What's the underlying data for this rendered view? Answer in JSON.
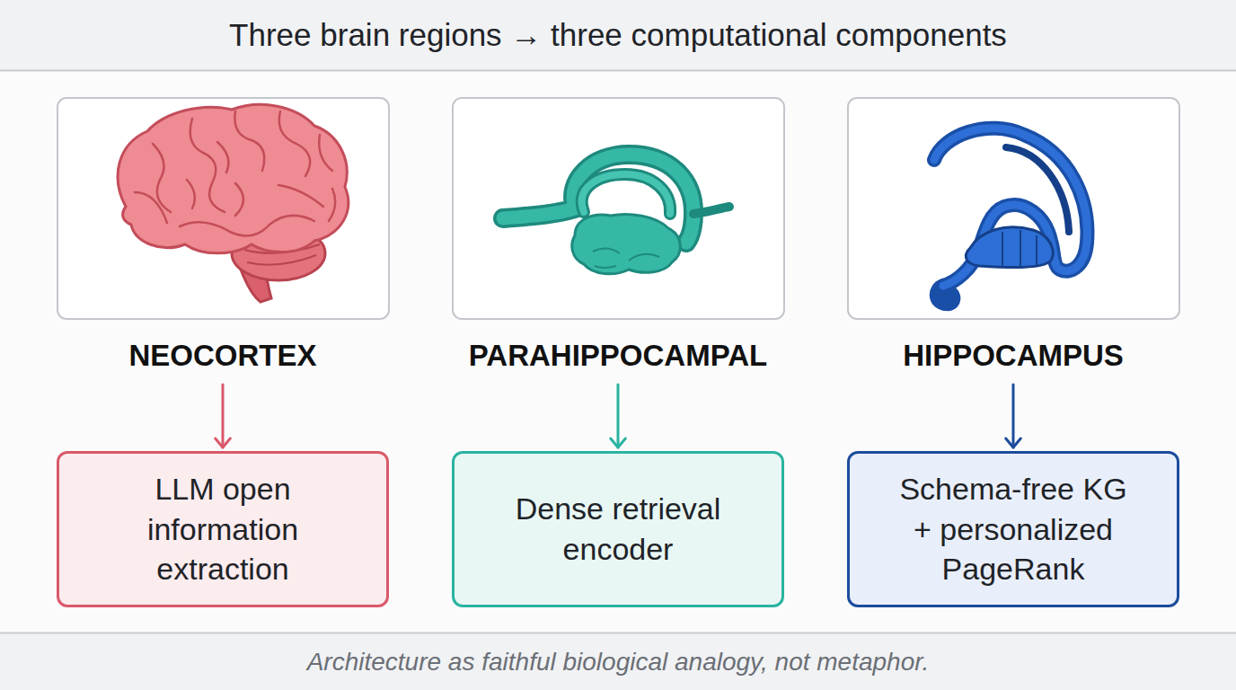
{
  "diagram": {
    "title": "Three brain regions → three computational components",
    "caption": "Architecture as faithful biological analogy, not metaphor.",
    "nodes": [
      {
        "text": [
          "NEOCORTEX"
        ]
      },
      {
        "text": [
          "PARAHIPPOCAMPAL"
        ]
      },
      {
        "text": [
          "HIPPOCAMPUS"
        ]
      },
      {
        "text": [
          "LLM open information extraction"
        ]
      },
      {
        "text": [
          "Dense retrieval encoder"
        ]
      },
      {
        "text": [
          "Schema-free KG + personalized PageRank"
        ]
      }
    ],
    "edges": [
      {
        "from": 0,
        "to": 3,
        "arrow": "to"
      },
      {
        "from": 1,
        "to": 4,
        "arrow": "to"
      },
      {
        "from": 2,
        "to": 5,
        "arrow": "to"
      }
    ]
  }
}
